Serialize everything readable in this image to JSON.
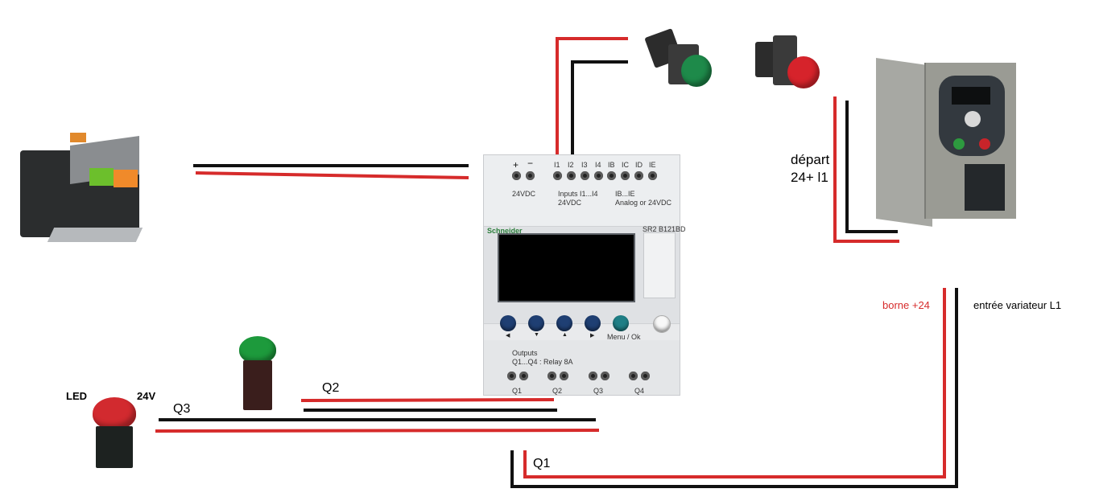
{
  "labels": {
    "q1": "Q1",
    "q2": "Q2",
    "q3": "Q3",
    "led": "LED",
    "v24": "24V",
    "depart_line1": "départ",
    "depart_line2": "24+ l1",
    "borne": "borne +24",
    "entree": "entrée variateur L1"
  },
  "plc": {
    "brand": "Schneider",
    "model": "SR2 B121BD",
    "plus": "+",
    "minus": "−",
    "power_label": "24VDC",
    "inputs_label_1": "Inputs I1...I4",
    "inputs_label_2": "24VDC",
    "analog_label_1": "IB...IE",
    "analog_label_2": "Analog or 24VDC",
    "terminals": [
      "I1",
      "I2",
      "I3",
      "I4",
      "IB",
      "IC",
      "ID",
      "IE"
    ],
    "outputs_label_1": "Outputs",
    "outputs_label_2": "Q1...Q4 : Relay 8A",
    "outputs": [
      "Q1",
      "Q2",
      "Q3",
      "Q4"
    ],
    "menu_label": "Menu / Ok"
  },
  "colors": {
    "wire_red": "#d62b2b",
    "wire_black": "#111111",
    "label_red": "#d62b2b"
  },
  "icons": [
    "transformer-icon",
    "green-push-button-icon",
    "red-push-button-icon",
    "variable-speed-drive-icon",
    "plc-module-icon",
    "green-indicator-lamp-icon",
    "red-indicator-lamp-icon"
  ]
}
